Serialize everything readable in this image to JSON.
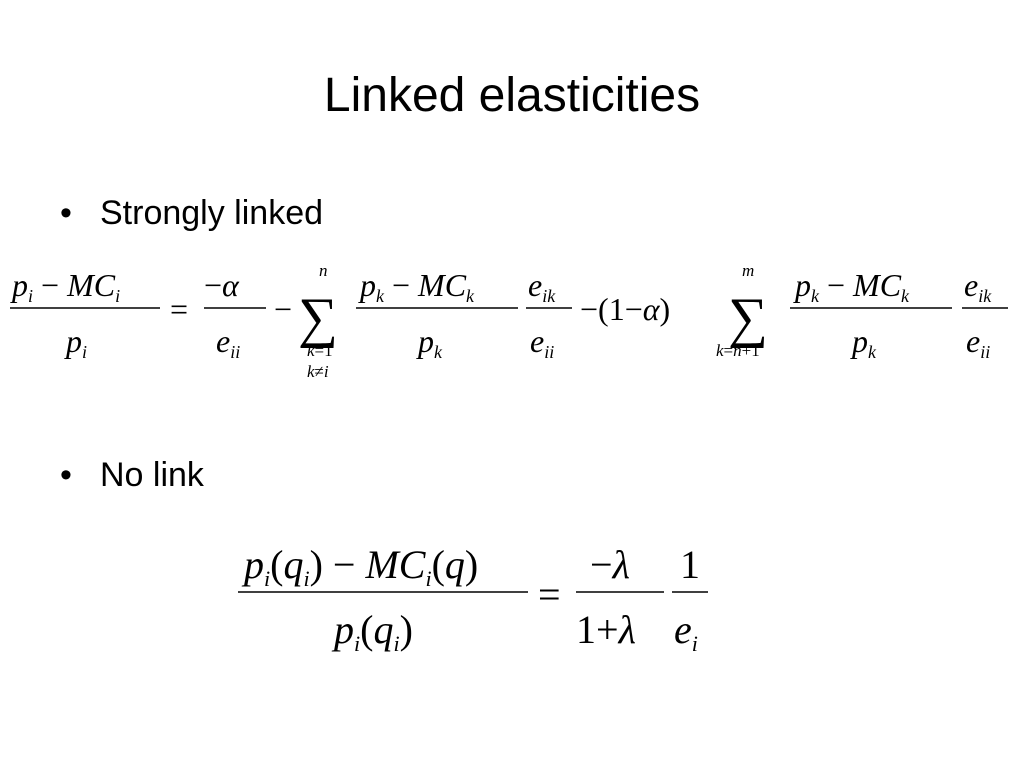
{
  "slide": {
    "title": "Linked elasticities",
    "bullets": [
      {
        "label": "Strongly linked"
      },
      {
        "label": "No link"
      }
    ],
    "equations": [
      {
        "name": "strongly-linked-equation",
        "text": "(p_i - MC_i)/p_i = -α/e_ii - Σ_{k=1, k≠i}^{n} (p_k - MC_k)/p_k · e_ik/e_ii - (1-α) Σ_{k=n+1}^{m} (p_k - MC_k)/p_k · e_ik/e_ii"
      },
      {
        "name": "no-link-equation",
        "text": "(p_i(q_i) - MC_i(q))/p_i(q_i) = -λ/(1+λ) · 1/e_i"
      }
    ]
  }
}
